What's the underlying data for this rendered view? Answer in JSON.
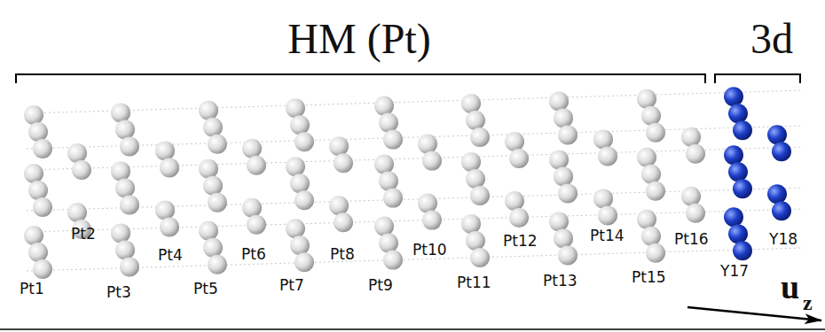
{
  "diagram": {
    "labels": [
      "HM (Pt)",
      "3d",
      "Pt1",
      "Pt2",
      "Pt3",
      "Pt4",
      "Pt5",
      "Pt6",
      "Pt7",
      "Pt8",
      "Pt9",
      "Pt10",
      "Pt11",
      "Pt12",
      "Pt13",
      "Pt14",
      "Pt15",
      "Pt16",
      "Y17",
      "Y18",
      "u",
      "z"
    ]
  }
}
